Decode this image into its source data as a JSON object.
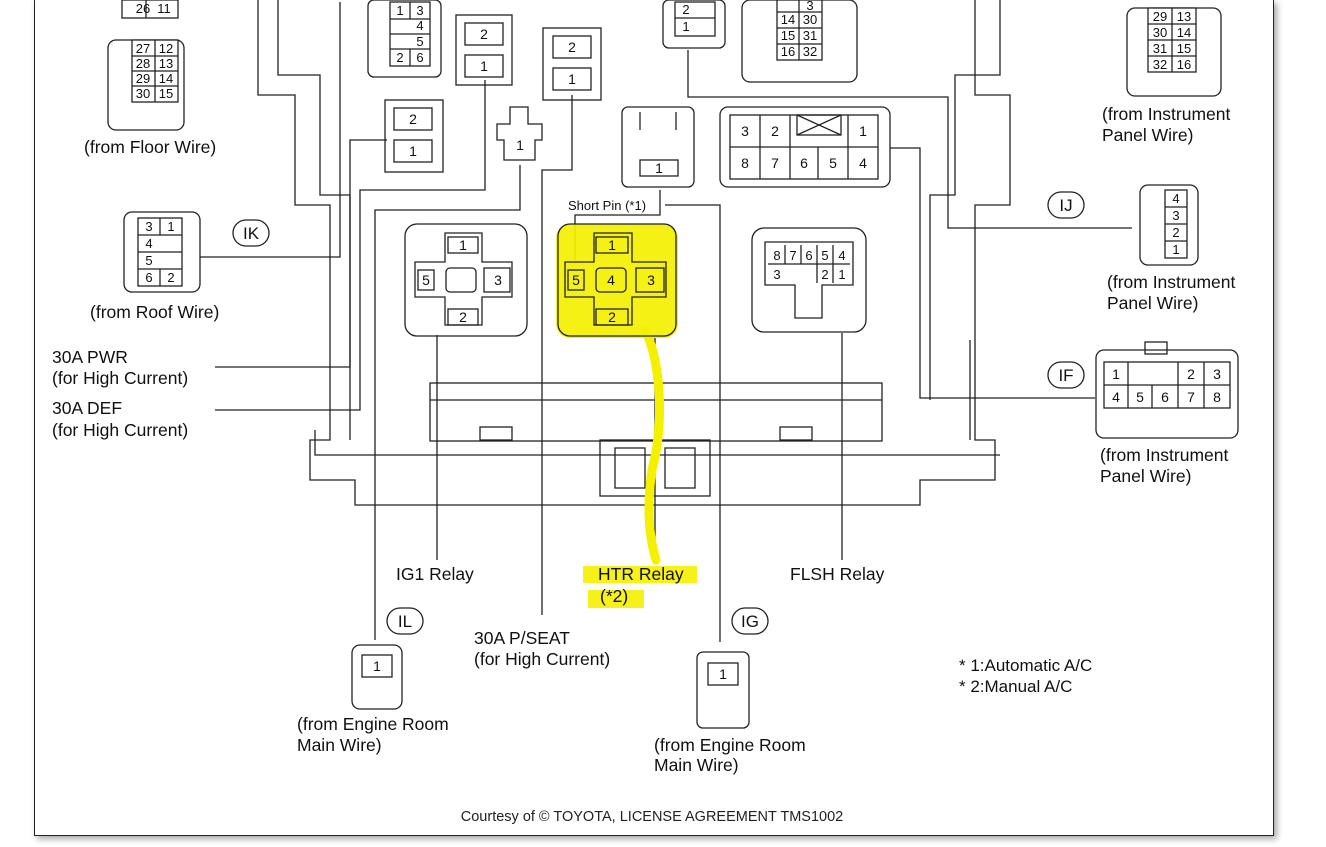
{
  "labels": {
    "from_floor_wire": "(from Floor Wire)",
    "from_roof_wire": "(from Roof Wire)",
    "pwr_1": "30A PWR",
    "pwr_2": "(for High Current)",
    "def_1": "30A DEF",
    "def_2": "(for High Current)",
    "from_ip_wire_top_1": "(from Instrument",
    "from_ip_wire_top_2": "Panel Wire)",
    "from_ip_wire_mid_1": "(from Instrument",
    "from_ip_wire_mid_2": "Panel Wire)",
    "from_ip_wire_bot_1": "(from Instrument",
    "from_ip_wire_bot_2": "Panel Wire)",
    "short_pin": "Short Pin (*1)",
    "ig1_relay": "IG1 Relay",
    "htr_relay_1": "HTR Relay",
    "htr_relay_2": "(*2)",
    "flsh_relay": "FLSH Relay",
    "pseat_1": "30A P/SEAT",
    "pseat_2": "(for High Current)",
    "engine_left_1": "(from Engine Room",
    "engine_left_2": "Main Wire)",
    "engine_right_1": "(from Engine Room",
    "engine_right_2": "Main Wire)",
    "note_1": "* 1:Automatic A/C",
    "note_2": "* 2:Manual A/C",
    "courtesy": "Courtesy of © TOYOTA, LICENSE AGREEMENT TMS1002"
  },
  "tags": {
    "ik": "IK",
    "ij": "IJ",
    "if": "IF",
    "il": "IL",
    "ig": "IG"
  },
  "pins": {
    "floor": [
      "26",
      "11",
      "27",
      "12",
      "28",
      "13",
      "29",
      "14",
      "30",
      "15"
    ],
    "topleft": [
      "1",
      "3",
      "4",
      "5",
      "2",
      "6"
    ],
    "twoone_a": [
      "2",
      "1"
    ],
    "twoone_b": [
      "2",
      "1"
    ],
    "twoone_c": [
      "2",
      "1"
    ],
    "single_a": "1",
    "top_small": [
      "2",
      "1"
    ],
    "top_center": [
      "3",
      "14",
      "30",
      "15",
      "31",
      "16",
      "32"
    ],
    "top_right": [
      "29",
      "13",
      "30",
      "14",
      "31",
      "15",
      "32",
      "16"
    ],
    "single_c": "1",
    "multi_c": [
      "3",
      "2",
      "1",
      "8",
      "7",
      "6",
      "5",
      "4"
    ],
    "roof": [
      "3",
      "1",
      "4",
      "5",
      "6",
      "2"
    ],
    "ij": [
      "4",
      "3",
      "2",
      "1"
    ],
    "ig1": [
      "1",
      "5",
      "3",
      "2"
    ],
    "htr": [
      "1",
      "5",
      "4",
      "3",
      "2"
    ],
    "flsh": [
      "8",
      "7",
      "6",
      "5",
      "4",
      "3",
      "2",
      "1"
    ],
    "if_conn": [
      "1",
      "2",
      "3",
      "4",
      "5",
      "6",
      "7",
      "8"
    ],
    "il": "1",
    "ig": "1"
  },
  "colors": {
    "highlight": "#f5f000",
    "line": "#222222"
  }
}
